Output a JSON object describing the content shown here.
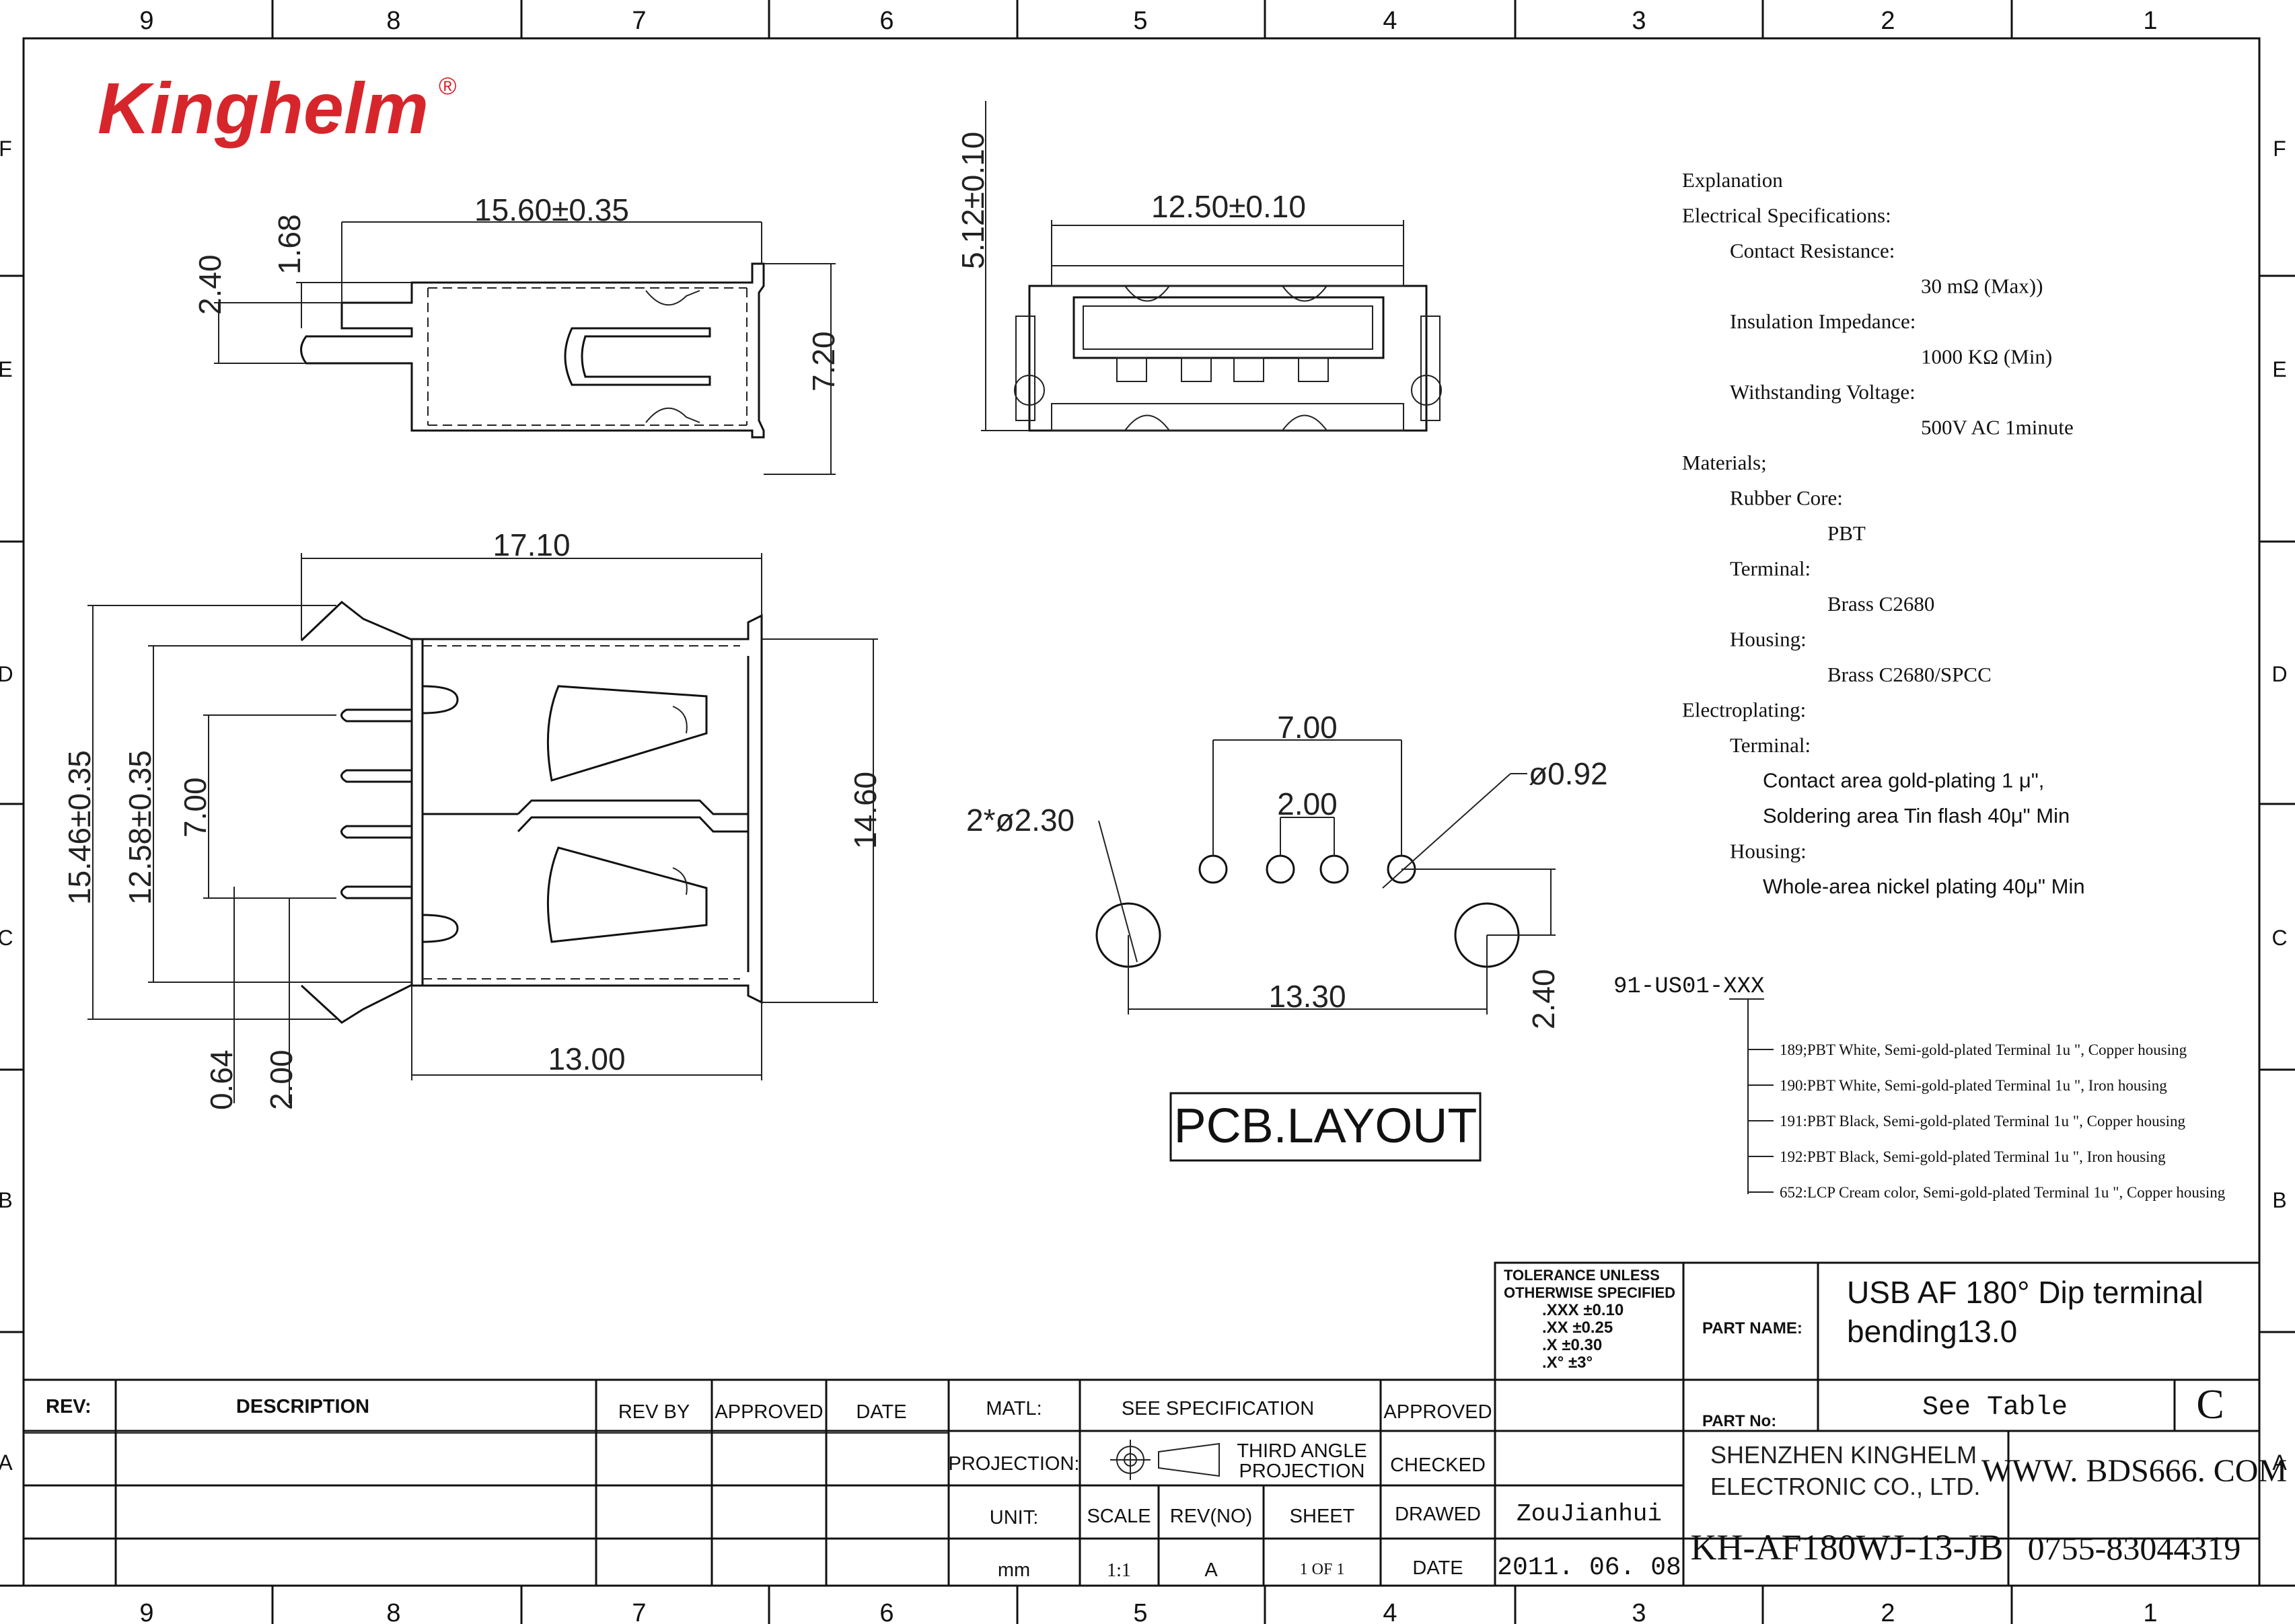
{
  "logo": {
    "text": "Kinghelm",
    "mark": "®",
    "color": "#d7262b"
  },
  "zones": {
    "columns": [
      "9",
      "8",
      "7",
      "6",
      "5",
      "4",
      "3",
      "2",
      "1"
    ],
    "rows": [
      "F",
      "E",
      "D",
      "C",
      "B",
      "A"
    ]
  },
  "top_view": {
    "dims": [
      "15.60±0.35",
      "1.68",
      "2.40",
      "7.20"
    ]
  },
  "front_view": {
    "dims": [
      "12.50±0.10",
      "5.12±0.10"
    ]
  },
  "bottom_view": {
    "dims": [
      "17.10",
      "15.46±0.35",
      "12.58±0.35",
      "7.00",
      "14.60",
      "13.00",
      "0.64",
      "2.00"
    ]
  },
  "pcb_layout": {
    "dims": {
      "pitch_outer": "7.00",
      "pitch_inner": "2.00",
      "hole": "ø0.92",
      "mount_hole": "2*ø2.30",
      "mount_span": "13.30",
      "mount_offset": "2.40"
    },
    "label": "PCB.LAYOUT"
  },
  "explanation": {
    "lines": [
      {
        "text": "Explanation",
        "indent": 0
      },
      {
        "text": "Electrical Specifications:",
        "indent": 0
      },
      {
        "text": "Contact Resistance:",
        "indent": 1
      },
      {
        "text": "30 mΩ    (Max))",
        "indent": 3
      },
      {
        "text": "Insulation Impedance:",
        "indent": 1
      },
      {
        "text": "1000 KΩ  (Min)",
        "indent": 3
      },
      {
        "text": "Withstanding Voltage:",
        "indent": 1
      },
      {
        "text": "500V AC 1minute",
        "indent": 3
      },
      {
        "text": "Materials;",
        "indent": 0
      },
      {
        "text": "Rubber Core:",
        "indent": 1
      },
      {
        "text": "PBT",
        "indent": 2
      },
      {
        "text": "Terminal:",
        "indent": 1
      },
      {
        "text": "Brass C2680",
        "indent": 2
      },
      {
        "text": "Housing:",
        "indent": 1
      },
      {
        "text": "Brass C2680/SPCC",
        "indent": 2
      },
      {
        "text": "Electroplating:",
        "indent": 0
      },
      {
        "text": "Terminal:",
        "indent": 1
      },
      {
        "text": "Contact area gold-plating 1 μ\",",
        "indent": 4
      },
      {
        "text": "Soldering area Tin flash 40μ\" Min",
        "indent": 4
      },
      {
        "text": "Housing:",
        "indent": 1
      },
      {
        "text": "Whole-area nickel plating 40μ\" Min",
        "indent": 4
      }
    ]
  },
  "part_options": {
    "code": "91-US01-XXX",
    "items": [
      "189;PBT White, Semi-gold-plated Terminal 1u \", Copper housing",
      "190:PBT White, Semi-gold-plated Terminal 1u \", Iron housing",
      "191:PBT Black, Semi-gold-plated Terminal 1u \", Copper housing",
      "192:PBT Black, Semi-gold-plated Terminal 1u \", Iron housing",
      "652:LCP Cream color, Semi-gold-plated Terminal 1u \", Copper housing"
    ]
  },
  "tolerance": {
    "lines": [
      "TOLERANCE  UNLESS",
      "OTHERWISE  SPECIFIED",
      ".XXX  ±0.10",
      ".XX   ±0.25",
      ".X    ±0.30",
      ".X°    ±3°"
    ]
  },
  "title_block": {
    "part_name_label": "PART NAME:",
    "part_name": [
      "USB AF 180°   Dip terminal",
      "bending13.0"
    ],
    "part_no_label": "PART No:",
    "part_no": "See Table",
    "rev_letter": "C",
    "company": [
      "SHENZHEN KINGHELM",
      "ELECTRONIC CO., LTD."
    ],
    "website": "WWW. BDS666. COM",
    "drawing_no": "KH-AF180WJ-13-JB",
    "phone": "0755-83044319",
    "rev_label": "REV:",
    "description_label": "DESCRIPTION",
    "rev_by_label": "REV BY",
    "approved_label": "APPROVED",
    "date_label": "DATE",
    "matl_label": "MATL:",
    "matl_value": "SEE  SPECIFICATION",
    "approved_label_2": "APPROVED",
    "projection_label": "PROJECTION:",
    "projection_value": [
      "THIRD  ANGLE",
      "PROJECTION"
    ],
    "checked_label": "CHECKED",
    "unit_label": "UNIT:",
    "scale_label": "SCALE",
    "revno_label": "REV(NO)",
    "sheet_label": "SHEET",
    "drawed_label": "DRAWED",
    "drawed_value": "ZouJianhui",
    "unit_value": "mm",
    "scale_value": "1:1",
    "revno_value": "A",
    "sheet_value": "1  OF  1",
    "date_label_2": "DATE",
    "date_value": "2011. 06. 08"
  }
}
